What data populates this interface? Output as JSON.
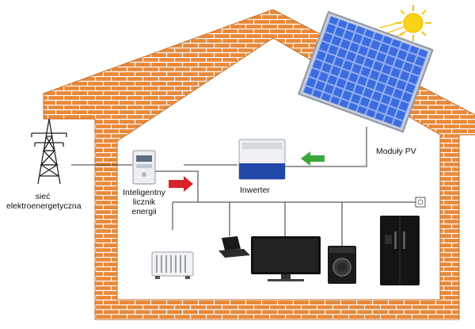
{
  "labels": {
    "grid_line1": "sieć",
    "grid_line2": "elektroenergetyczna",
    "meter_line1": "Inteligentny",
    "meter_line2": "licznik",
    "meter_line3": "energii",
    "inverter": "Inwerter",
    "pv_modules": "Moduły PV"
  },
  "colors": {
    "brick": "#e8893a",
    "mortar": "#ffffff",
    "panel_blue": "#2b55c9",
    "arrow_green": "#3aa83a",
    "arrow_red": "#d9232a",
    "sun": "#f7d417",
    "wire": "#333333"
  },
  "icons": [
    "transmission-tower-icon",
    "solar-panel-icon",
    "sun-icon",
    "inverter-icon",
    "smart-meter-icon",
    "heater-icon",
    "laptop-icon",
    "tv-icon",
    "washing-machine-icon",
    "fridge-icon",
    "socket-icon"
  ]
}
